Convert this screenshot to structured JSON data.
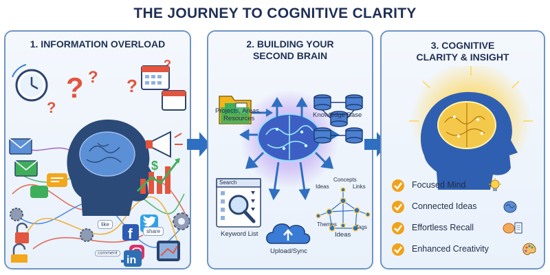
{
  "title": "THE JOURNEY TO COGNITIVE CLARITY",
  "panels": {
    "overload": {
      "title": "1. INFORMATION OVERLOAD",
      "chips": {
        "like": "like",
        "share": "share",
        "comment": "comment"
      }
    },
    "brain": {
      "title_line1": "2. BUILDING YOUR",
      "title_line2": "SECOND BRAIN",
      "labels": {
        "projects_line1": "Projects, Areas,",
        "projects_line2": "Resources",
        "knowledge": "Knowledge Base",
        "search": "Search",
        "keyword": "Keyword List",
        "upload": "Upload/Sync",
        "concepts": "Concepts",
        "ideas_small": "Ideas",
        "links": "Links",
        "themes": "Themes",
        "tags": "Tags",
        "ideas": "Ideas"
      }
    },
    "clarity": {
      "title_line1": "3. COGNITIVE",
      "title_line2": "CLARITY & INSIGHT",
      "benefits": [
        {
          "label": "Focused Mind",
          "icon": "lightbulb-icon"
        },
        {
          "label": "Connected Ideas",
          "icon": "brain-icon"
        },
        {
          "label": "Effortless Recall",
          "icon": "brain-document-icon"
        },
        {
          "label": "Enhanced Creativity",
          "icon": "palette-icon"
        }
      ]
    }
  },
  "colors": {
    "panel_border": "#6f93c4",
    "flow_arrow": "#2f6fc1",
    "check": "#f1a21a",
    "glow": "#ffd24a",
    "brain_glow": "#b48ff0"
  }
}
